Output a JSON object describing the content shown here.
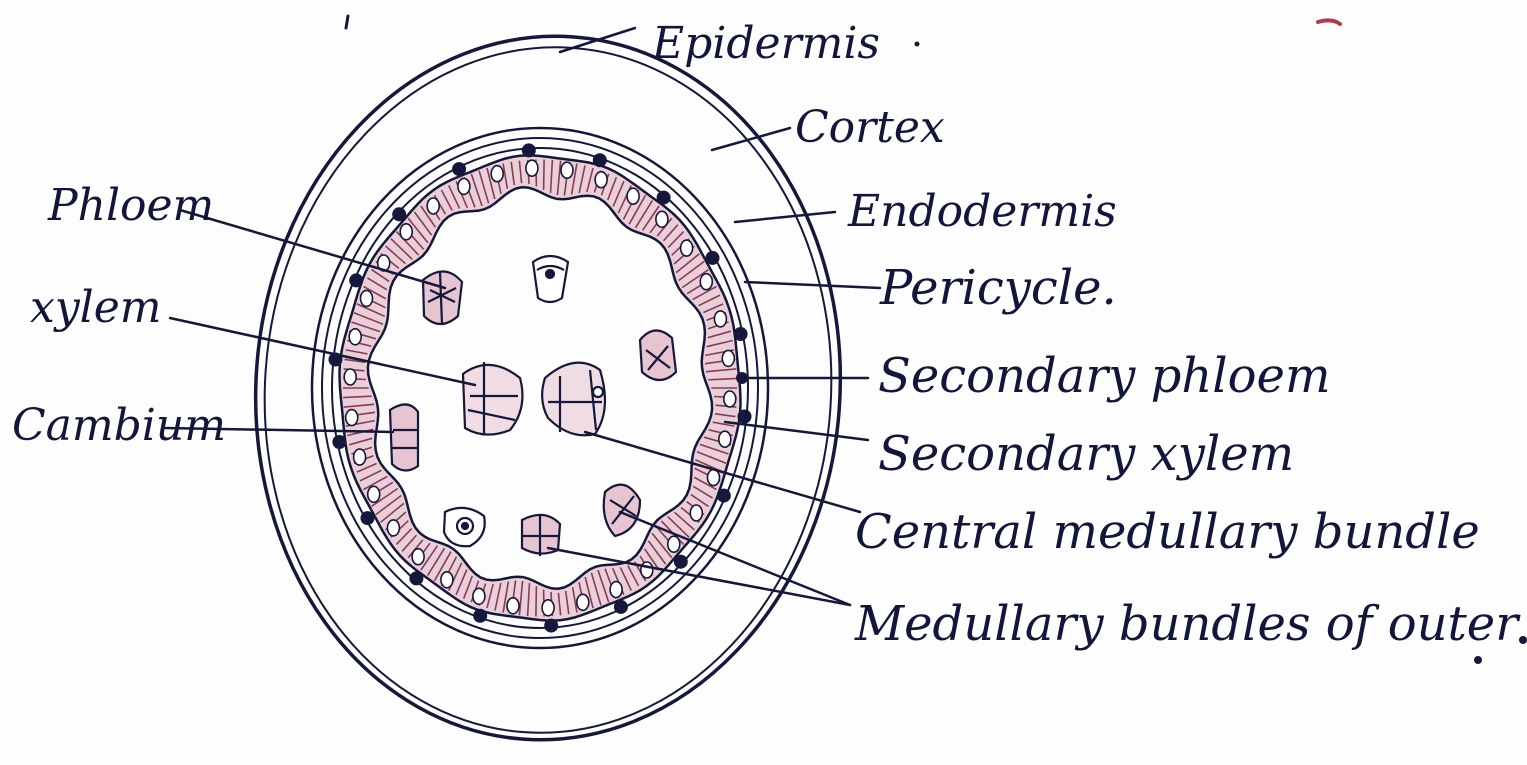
{
  "colors": {
    "ink": "#15183a",
    "paper": "#fdfdfd",
    "stain": "#8a3a55",
    "stain_light": "#d7a9b9"
  },
  "labels": {
    "epidermis": "Epidermis",
    "cortex": "Cortex",
    "endodermis": "Endodermis",
    "pericycle": "Pericycle.",
    "secondary_phloem": "Secondary phloem",
    "secondary_xylem": "Secondary xylem",
    "central_medullary_bundle": "Central medullary bundle",
    "medullary_bundles_outer_ring": "Medullary bundles of outer ring .",
    "phloem": "Phloem",
    "xylem": "xylem",
    "cambium": "Cambium"
  }
}
